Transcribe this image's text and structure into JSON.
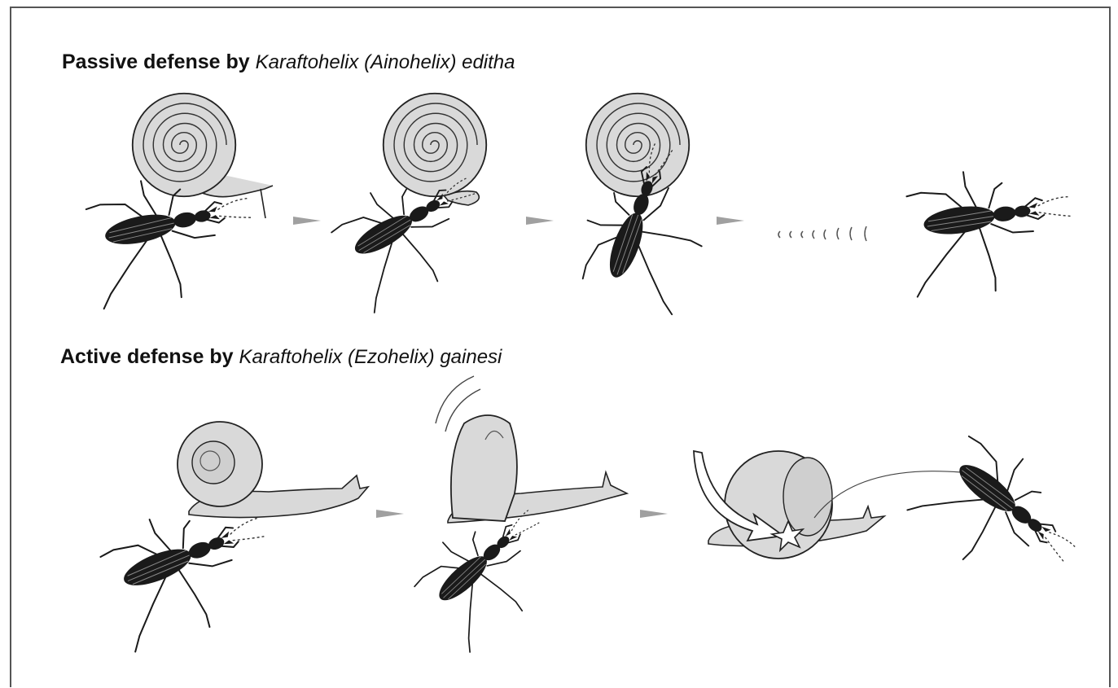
{
  "figure": {
    "passive": {
      "label": "Passive defense by",
      "species": "Karaftohelix (Ainohelix) editha"
    },
    "active": {
      "label": "Active defense by",
      "species": "Karaftohelix (Ezohelix) gainesi"
    }
  },
  "colors": {
    "shell": "#d9d9d9",
    "beetle": "#1a1a1a",
    "arrow": "#a0a0a0",
    "outline": "#222222"
  },
  "icons": [
    "snail-shell-spiral",
    "ground-beetle",
    "step-arrow",
    "swing-arrow",
    "impact-star"
  ]
}
